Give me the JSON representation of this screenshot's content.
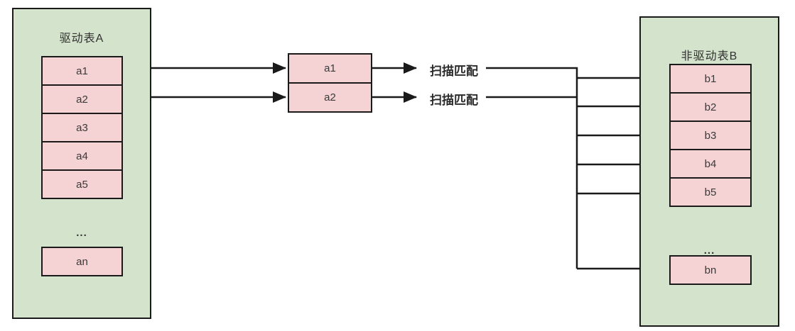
{
  "diagram": {
    "left_table": {
      "title": "驱动表A",
      "rows": [
        "a1",
        "a2",
        "a3",
        "a4",
        "a5"
      ],
      "ellipsis": "...",
      "last_row": "an"
    },
    "buffer": {
      "rows": [
        "a1",
        "a2"
      ]
    },
    "scan_labels": [
      "扫描匹配",
      "扫描匹配"
    ],
    "right_table": {
      "title": "非驱动表B",
      "rows": [
        "b1",
        "b2",
        "b3",
        "b4",
        "b5"
      ],
      "ellipsis": "...",
      "last_row": "bn"
    },
    "colors": {
      "table_fill": "#d4e3cb",
      "row_fill": "#f5d2d3",
      "line": "#1a1a1a"
    }
  }
}
